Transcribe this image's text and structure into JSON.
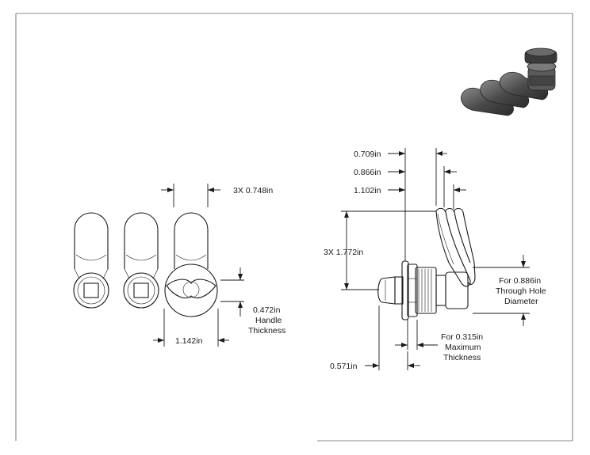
{
  "drawing": {
    "front_view": {
      "spacing_label": "3X 0.748in",
      "handle_thickness_value": "0.472in",
      "handle_thickness_line1": "Handle",
      "handle_thickness_line2": "Thickness",
      "width_label": "1.142in"
    },
    "side_view": {
      "offset_1": "0.709in",
      "offset_2": "0.866in",
      "offset_3": "1.102in",
      "length_label": "3X 1.772in",
      "hole_line1": "For 0.886in",
      "hole_line2": "Through Hole",
      "hole_line3": "Diameter",
      "max_thick_line1": "For 0.315in",
      "max_thick_line2": "Maximum",
      "max_thick_line3": "Thickness",
      "body_label": "0.571in"
    }
  }
}
